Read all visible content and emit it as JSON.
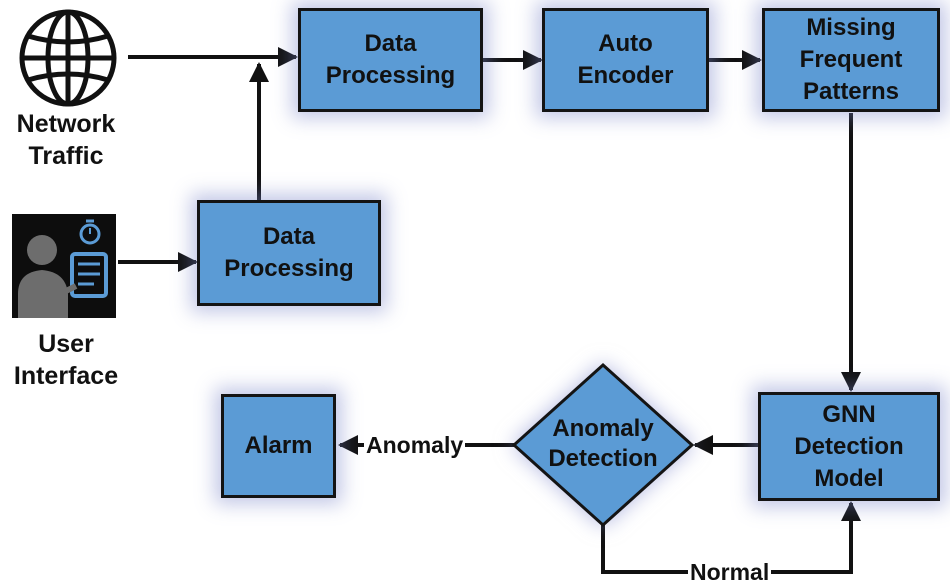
{
  "inputs": {
    "network_traffic": "Network\nTraffic",
    "user_interface": "User\nInterface"
  },
  "nodes": {
    "data_processing_top": "Data\nProcessing",
    "data_processing_mid": "Data\nProcessing",
    "auto_encoder": "Auto\nEncoder",
    "missing_frequent_patterns": "Missing\nFrequent\nPatterns",
    "gnn_model": "GNN\nDetection\nModel",
    "anomaly_detection": "Anomaly\nDetection",
    "alarm": "Alarm"
  },
  "edge_labels": {
    "anomaly": "Anomaly",
    "normal": "Normal"
  },
  "icons": [
    "globe-icon",
    "user-interface-icon"
  ],
  "colors": {
    "box_fill": "#5b9bd5",
    "border": "#141414",
    "glow": "#8088c8"
  }
}
